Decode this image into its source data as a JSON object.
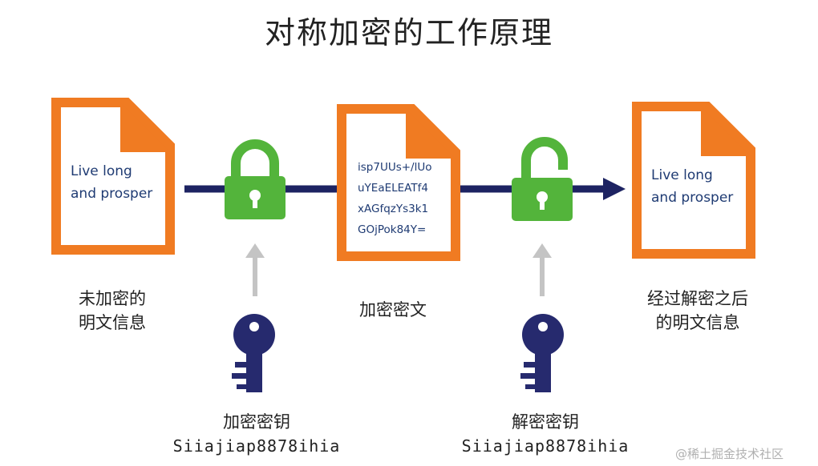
{
  "title": "对称加密的工作原理",
  "docs": {
    "plain": {
      "lines": [
        "Live long",
        "and prosper"
      ]
    },
    "cipher": {
      "lines": [
        "isp7UUs+/lUo",
        "uYEaELEATf4",
        "xAGfqzYs3k1",
        "GOjPok84Y="
      ]
    },
    "decrypted": {
      "lines": [
        "Live long",
        "and prosper"
      ]
    }
  },
  "captions": {
    "plain": [
      "未加密的",
      "明文信息"
    ],
    "cipher": "加密密文",
    "decrypted": [
      "经过解密之后",
      "的明文信息"
    ],
    "enc_key_label": "加密密钥",
    "enc_key_value": "Siiajiap8878ihia",
    "dec_key_label": "解密密钥",
    "dec_key_value": "Siiajiap8878ihia"
  },
  "watermark": "@稀土掘金技术社区",
  "colors": {
    "document_border": "#f07b22",
    "lock": "#53b43b",
    "key": "#262a6e",
    "arrow_line": "#1d2362",
    "up_arrow": "#c4c4c4"
  },
  "icons": [
    "locked-padlock-icon",
    "unlocked-padlock-icon",
    "key-icon",
    "document-icon"
  ]
}
